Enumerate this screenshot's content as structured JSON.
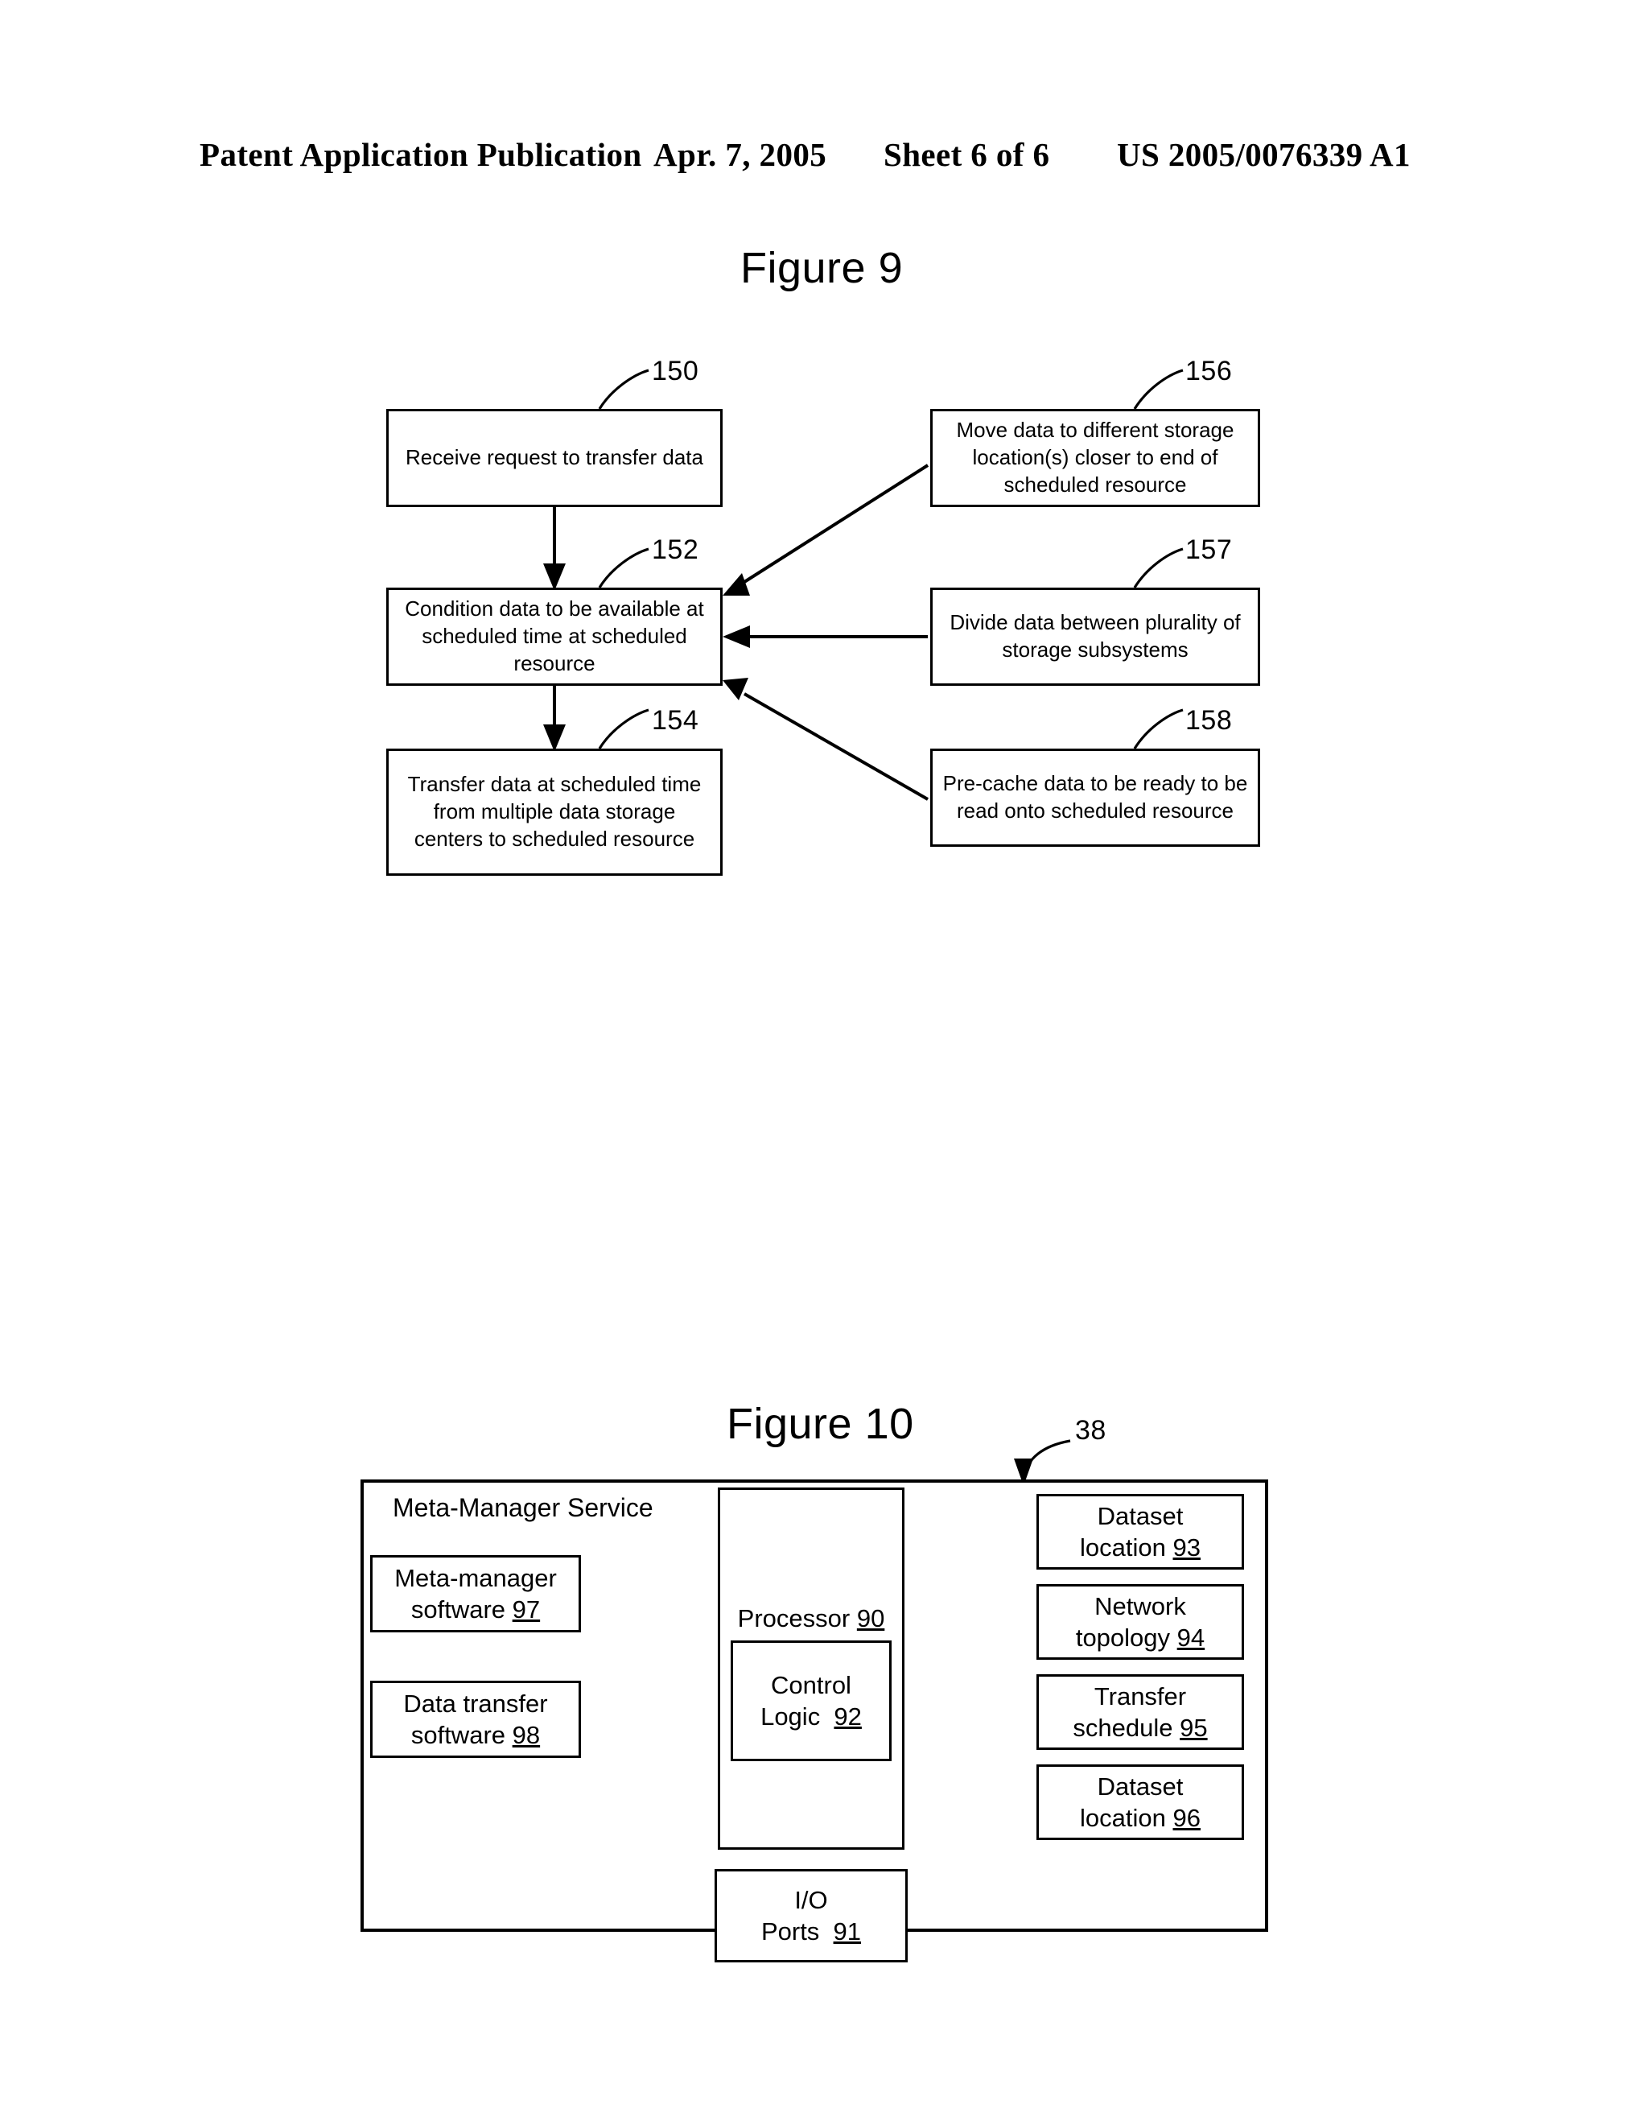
{
  "header": {
    "publication": "Patent Application Publication",
    "date": "Apr. 7, 2005",
    "sheet": "Sheet 6 of 6",
    "doc_number": "US 2005/0076339 A1"
  },
  "figure9": {
    "title": "Figure 9",
    "steps": [
      {
        "ref": "150",
        "text": "Receive request to transfer data"
      },
      {
        "ref": "152",
        "text": "Condition data to be available at scheduled time at scheduled resource"
      },
      {
        "ref": "154",
        "text": "Transfer data at scheduled time from multiple data storage centers to scheduled resource"
      }
    ],
    "options": [
      {
        "ref": "156",
        "text": "Move data to different storage location(s) closer to end of scheduled resource"
      },
      {
        "ref": "157",
        "text": "Divide data between plurality of storage subsystems"
      },
      {
        "ref": "158",
        "text": "Pre-cache data to be ready to be read onto scheduled resource"
      }
    ]
  },
  "figure10": {
    "title": "Figure 10",
    "container_ref": "38",
    "container_label": "Meta-Manager Service",
    "software": [
      {
        "name": "Meta-manager",
        "name2": "software",
        "ref": "97"
      },
      {
        "name": "Data transfer",
        "name2": "software",
        "ref": "98"
      }
    ],
    "processor": {
      "name": "Processor",
      "ref": "90"
    },
    "control_logic": {
      "name": "Control",
      "name2": "Logic",
      "ref": "92"
    },
    "io_ports": {
      "name": "I/O",
      "name2": "Ports",
      "ref": "91"
    },
    "stores": [
      {
        "name": "Dataset",
        "name2": "location",
        "ref": "93"
      },
      {
        "name": "Network",
        "name2": "topology",
        "ref": "94"
      },
      {
        "name": "Transfer",
        "name2": "schedule",
        "ref": "95"
      },
      {
        "name": "Dataset",
        "name2": "location",
        "ref": "96"
      }
    ]
  }
}
